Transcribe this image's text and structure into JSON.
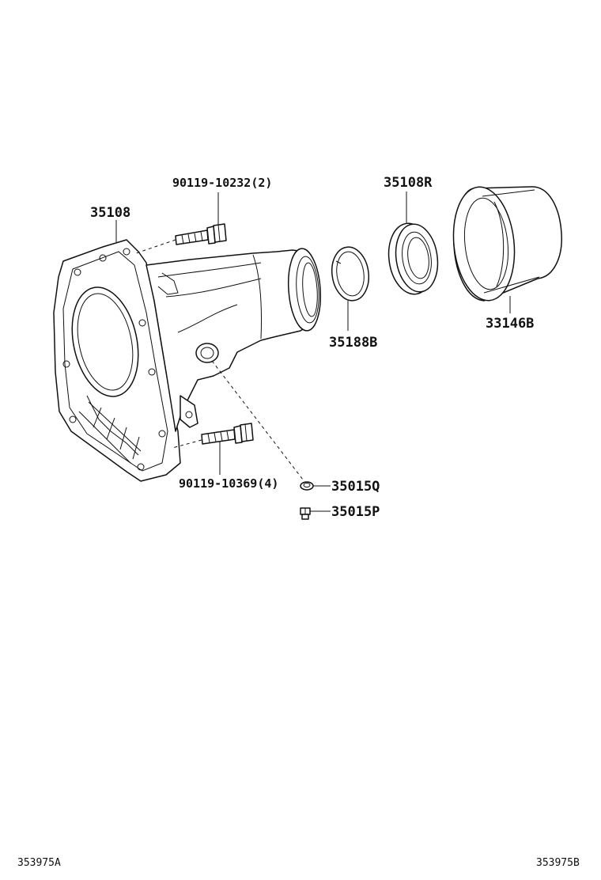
{
  "parts": {
    "housing": {
      "number": "35108"
    },
    "bolt_upper": {
      "number": "90119-10232(2)"
    },
    "bolt_lower": {
      "number": "90119-10369(4)"
    },
    "snap_ring": {
      "number": "35188B"
    },
    "oil_seal": {
      "number": "35108R"
    },
    "dust_cover": {
      "number": "33146B"
    },
    "gasket": {
      "number": "35015Q"
    },
    "plug": {
      "number": "35015P"
    }
  },
  "footer": {
    "left_code": "353975A",
    "right_code": "353975B"
  }
}
